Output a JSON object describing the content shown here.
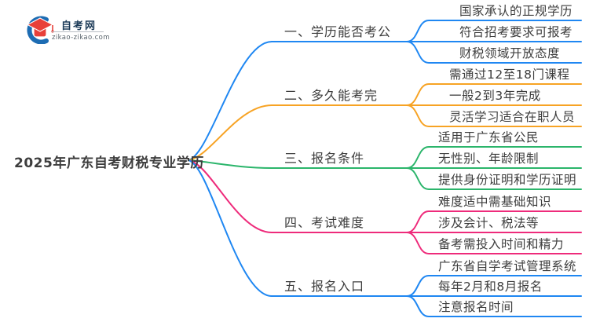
{
  "canvas": {
    "background": "#ffffff",
    "text_color": "#3d3d3d"
  },
  "logo": {
    "title": "自考网",
    "domain": "zikao-zikao.com",
    "cap_color": "#e8403a",
    "swoosh_color": "#1d6cb3",
    "title_color": "#1b3a57"
  },
  "center": {
    "title": "2025年广东自考财税专业学历"
  },
  "branches": [
    {
      "label": "一、学历能否考公",
      "color": "#1f87f2",
      "children": [
        "国家承认的正规学历",
        "符合招考要求可报考",
        "财税领域开放态度"
      ]
    },
    {
      "label": "二、多久能考完",
      "color": "#f7a324",
      "children": [
        "需通过12至18门课程",
        "一般2到3年完成",
        "灵活学习适合在职人员"
      ]
    },
    {
      "label": "三、报名条件",
      "color": "#2bb56b",
      "children": [
        "适用于广东省公民",
        "无性别、年龄限制",
        "提供身份证明和学历证明"
      ]
    },
    {
      "label": "四、考试难度",
      "color": "#ee2b7b",
      "children": [
        "难度适中需基础知识",
        "涉及会计、税法等",
        "备考需投入时间和精力"
      ]
    },
    {
      "label": "五、报名入口",
      "color": "#1f87f2",
      "children": [
        "广东省自学考试管理系统",
        "每年2月和8月报名",
        "注意报名时间"
      ]
    }
  ]
}
